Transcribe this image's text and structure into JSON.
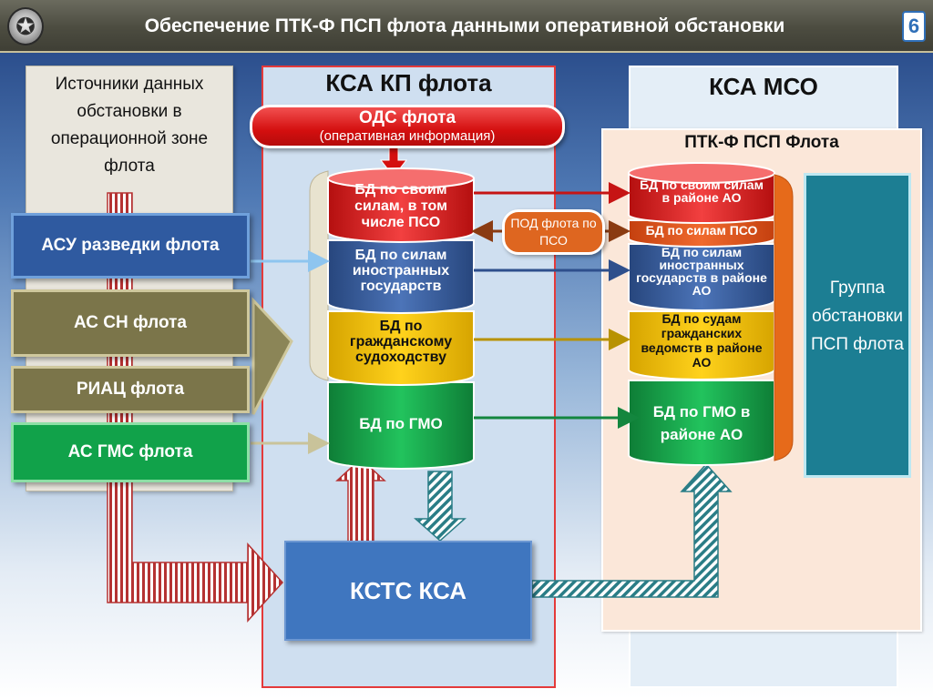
{
  "header": {
    "title": "Обеспечение ПТК-Ф ПСП флота данными оперативной обстановки",
    "page_number": "6"
  },
  "sources": {
    "title": "Источники данных обстановки в операционной зоне флота",
    "items": [
      {
        "label": "АСУ разведки флота",
        "color": "#2f5aa0"
      },
      {
        "label": "АС СН флота",
        "color": "#7b754a"
      },
      {
        "label": "РИАЦ флота",
        "color": "#7b754a"
      },
      {
        "label": "АС ГМС флота",
        "color": "#11a24a"
      }
    ]
  },
  "ksa_kp": {
    "title": "КСА КП флота",
    "ods": {
      "name": "ОДС флота",
      "subtitle": "(оперативная информация)"
    },
    "databases": [
      {
        "label": "БД по своим силам, в том числе ПСО",
        "color": "#e31b1b"
      },
      {
        "label": "БД по силам иностранных государств",
        "color": "#3a5d9c"
      },
      {
        "label": "БД по гражданскому судоходству",
        "color": "#f3c300"
      },
      {
        "label": "БД по ГМО",
        "color": "#16a34a"
      }
    ],
    "kstc": "КСТС КСА"
  },
  "pod": "ПОД флота по ПСО",
  "ksa_mso": {
    "title": "КСА МСО",
    "ptk_title": "ПТК-Ф  ПСП Флота",
    "databases": [
      {
        "label": "БД по своим силам в районе АО",
        "color": "#e31b1b"
      },
      {
        "label": "БД по силам ПСО",
        "color": "#e64b1e"
      },
      {
        "label": "БД по силам иностранных государств в районе АО",
        "color": "#3a5d9c"
      },
      {
        "label": "БД по судам гражданских ведомств в районе АО",
        "color": "#f3c300"
      },
      {
        "label": "БД по ГМО в районе АО",
        "color": "#16a34a"
      }
    ],
    "group": "Группа обстановки ПСП флота"
  }
}
